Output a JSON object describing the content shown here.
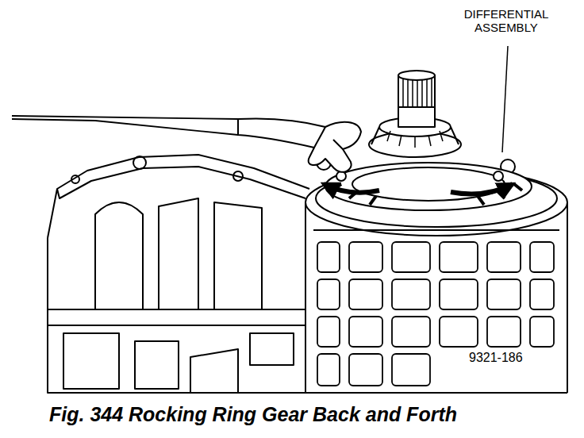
{
  "diagram": {
    "caption": "Fig. 344 Rocking Ring Gear Back and Forth",
    "labels": [
      "DIFFERENTIAL ASSEMBLY",
      "9321-186"
    ]
  }
}
